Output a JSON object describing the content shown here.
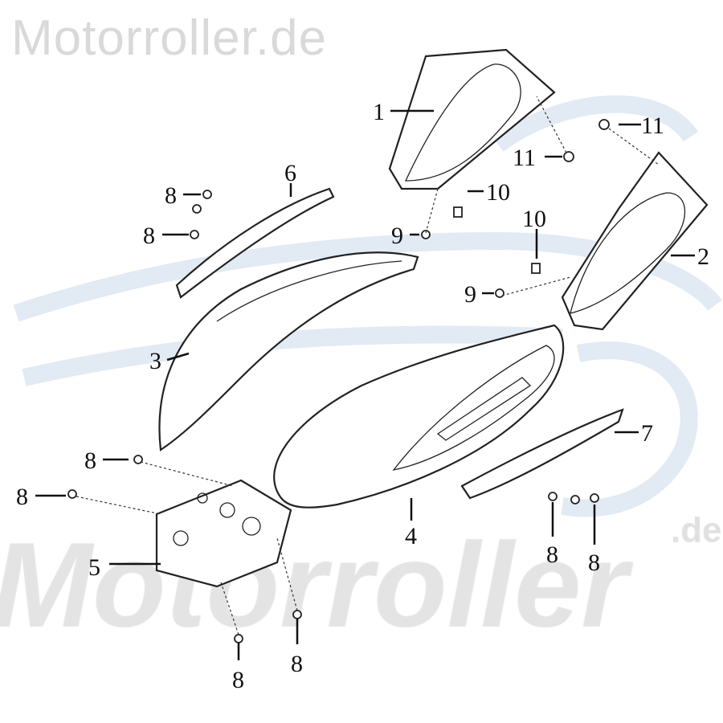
{
  "watermark": {
    "top": "Motorroller.de",
    "bottom": "Motorroller",
    "suffix": ".de"
  },
  "callouts": {
    "c1": "1",
    "c2": "2",
    "c3": "3",
    "c4": "4",
    "c5": "5",
    "c6": "6",
    "c7": "7",
    "c8a": "8",
    "c8b": "8",
    "c8c": "8",
    "c8d": "8",
    "c8e": "8",
    "c8f": "8",
    "c8g": "8",
    "c8h": "8",
    "c9a": "9",
    "c9b": "9",
    "c10a": "10",
    "c10b": "10",
    "c11a": "11",
    "c11b": "11"
  },
  "colors": {
    "watermark": "#d9d9d9",
    "swoosh": "#d6e2ef"
  }
}
